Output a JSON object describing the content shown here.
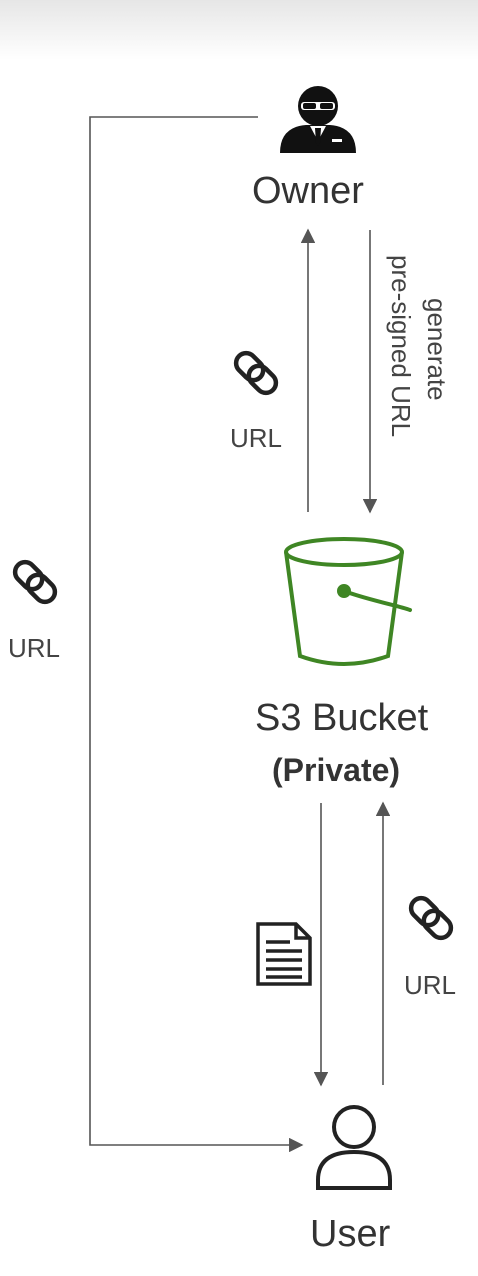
{
  "nodes": {
    "owner": {
      "label": "Owner"
    },
    "bucket": {
      "label": "S3 Bucket",
      "sublabel": "(Private)"
    },
    "user": {
      "label": "User"
    }
  },
  "edges": {
    "generate": {
      "line1": "generate",
      "line2": "pre-signed URL"
    },
    "url_to_owner": {
      "label": "URL"
    },
    "url_to_user_left": {
      "label": "URL"
    },
    "url_from_user": {
      "label": "URL"
    }
  },
  "icons": {
    "owner": "agent-with-sunglasses-icon",
    "bucket": "s3-bucket-icon",
    "user": "user-icon",
    "link": "link-chain-icon",
    "document": "document-icon"
  },
  "colors": {
    "bucket_green": "#3f8624",
    "line": "#555555",
    "text": "#333333"
  }
}
